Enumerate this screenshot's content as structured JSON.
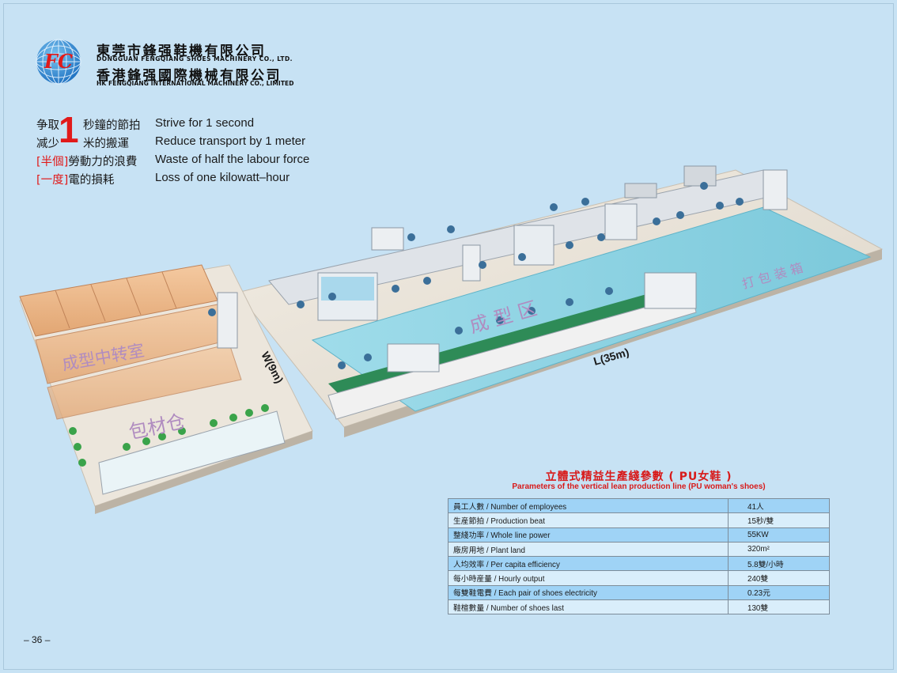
{
  "company": {
    "name_cn": "東莞市鋒强鞋機有限公司",
    "name_en": "DONGGUAN FENGQIANG SHOES MACHINERY CO., LTD.",
    "hk_name_cn": "香港鋒强國際機械有限公司",
    "hk_name_en": "HK FENGQIANG INTERNATIONAL MACHINERY CO., LIMITED",
    "logo_text": "FC"
  },
  "slogans": [
    {
      "cn_a": "争取",
      "cn_b": "秒鐘的節拍",
      "en": "Strive for 1 second"
    },
    {
      "cn_a": "减少",
      "cn_b": "米的搬運",
      "en": "Reduce transport by 1 meter"
    },
    {
      "cn_bracket": "[半個]",
      "cn_b": "勞動力的浪費",
      "en": "Waste of half the labour force"
    },
    {
      "cn_bracket": "[一度]",
      "cn_b": "電的損耗",
      "en": "Loss of one kilowatt–hour"
    }
  ],
  "big_digit": "1",
  "scene": {
    "zone_forming": "成 型 区",
    "zone_transfer": "成型中转室",
    "zone_packing_material": "包材仓",
    "zone_packing": "打 包 装 箱",
    "width_label": "W(9m)",
    "length_label": "L(35m)"
  },
  "table": {
    "title_cn": "立體式精益生產綫參數 ( PU女鞋 )",
    "title_en": "Parameters of the vertical lean production line (PU woman's shoes)",
    "rows": [
      {
        "label": "員工人數 / Number of employees",
        "value": "41人"
      },
      {
        "label": "生産節拍 / Production beat",
        "value": "15秒/雙"
      },
      {
        "label": "整綫功率 / Whole line power",
        "value": "55KW"
      },
      {
        "label": "廠房用地 / Plant land",
        "value": "320m²"
      },
      {
        "label": "人均效率 / Per capita efficiency",
        "value": "5.8雙/小時"
      },
      {
        "label": "每小時産量 / Hourly output",
        "value": "240雙"
      },
      {
        "label": "每雙鞋電費 / Each pair of shoes electricity",
        "value": "0.23元"
      },
      {
        "label": "鞋楦數量 / Number of shoes last",
        "value": "130雙"
      }
    ]
  },
  "page_number": "– 36 –",
  "colors": {
    "background": "#c7e2f4",
    "accent_red": "#e11a1a",
    "table_row_dark": "#9fd3f6",
    "table_row_light": "#d9eefb"
  }
}
